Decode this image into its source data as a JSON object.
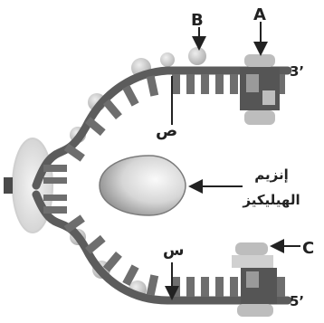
{
  "labels": {
    "A": "A",
    "B": "B",
    "C": "C",
    "end_top": "3’",
    "end_bottom": "5’",
    "sad": "ص",
    "seen": "س",
    "enzyme_line1": "إنزيم",
    "enzyme_line2": "الهيليكيز"
  },
  "colors": {
    "strand": "#5c5c5c",
    "rung": "#6e6e6e",
    "ball": "#c7c7c7",
    "ball_edge": "#9a9a9a",
    "enzyme_light": "#f2f2f2",
    "enzyme_dark": "#8a8a8a",
    "pol_block": "#555555",
    "pol_light": "#bdbdbd"
  },
  "icons": [
    "helicase-enzyme-shape",
    "dna-polymerase-shape",
    "primer-ball",
    "arrow"
  ]
}
